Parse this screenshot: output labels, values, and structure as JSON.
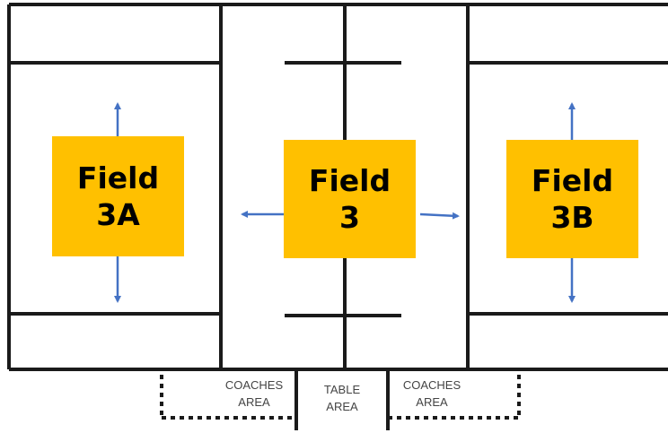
{
  "fields": [
    {
      "line1": "Field",
      "line2": "3A"
    },
    {
      "line1": "Field",
      "line2": "3"
    },
    {
      "line1": "Field",
      "line2": "3B"
    }
  ],
  "areas": {
    "coaches_left": {
      "line1": "COACHES",
      "line2": "AREA"
    },
    "table": {
      "line1": "TABLE",
      "line2": "AREA"
    },
    "coaches_right": {
      "line1": "COACHES",
      "line2": "AREA"
    }
  },
  "colors": {
    "field_box": "#FFC000",
    "arrow": "#4472C4",
    "line": "#1a1a1a"
  },
  "icons": [
    "arrow-up-icon",
    "arrow-down-icon",
    "arrow-left-icon",
    "arrow-right-icon"
  ]
}
